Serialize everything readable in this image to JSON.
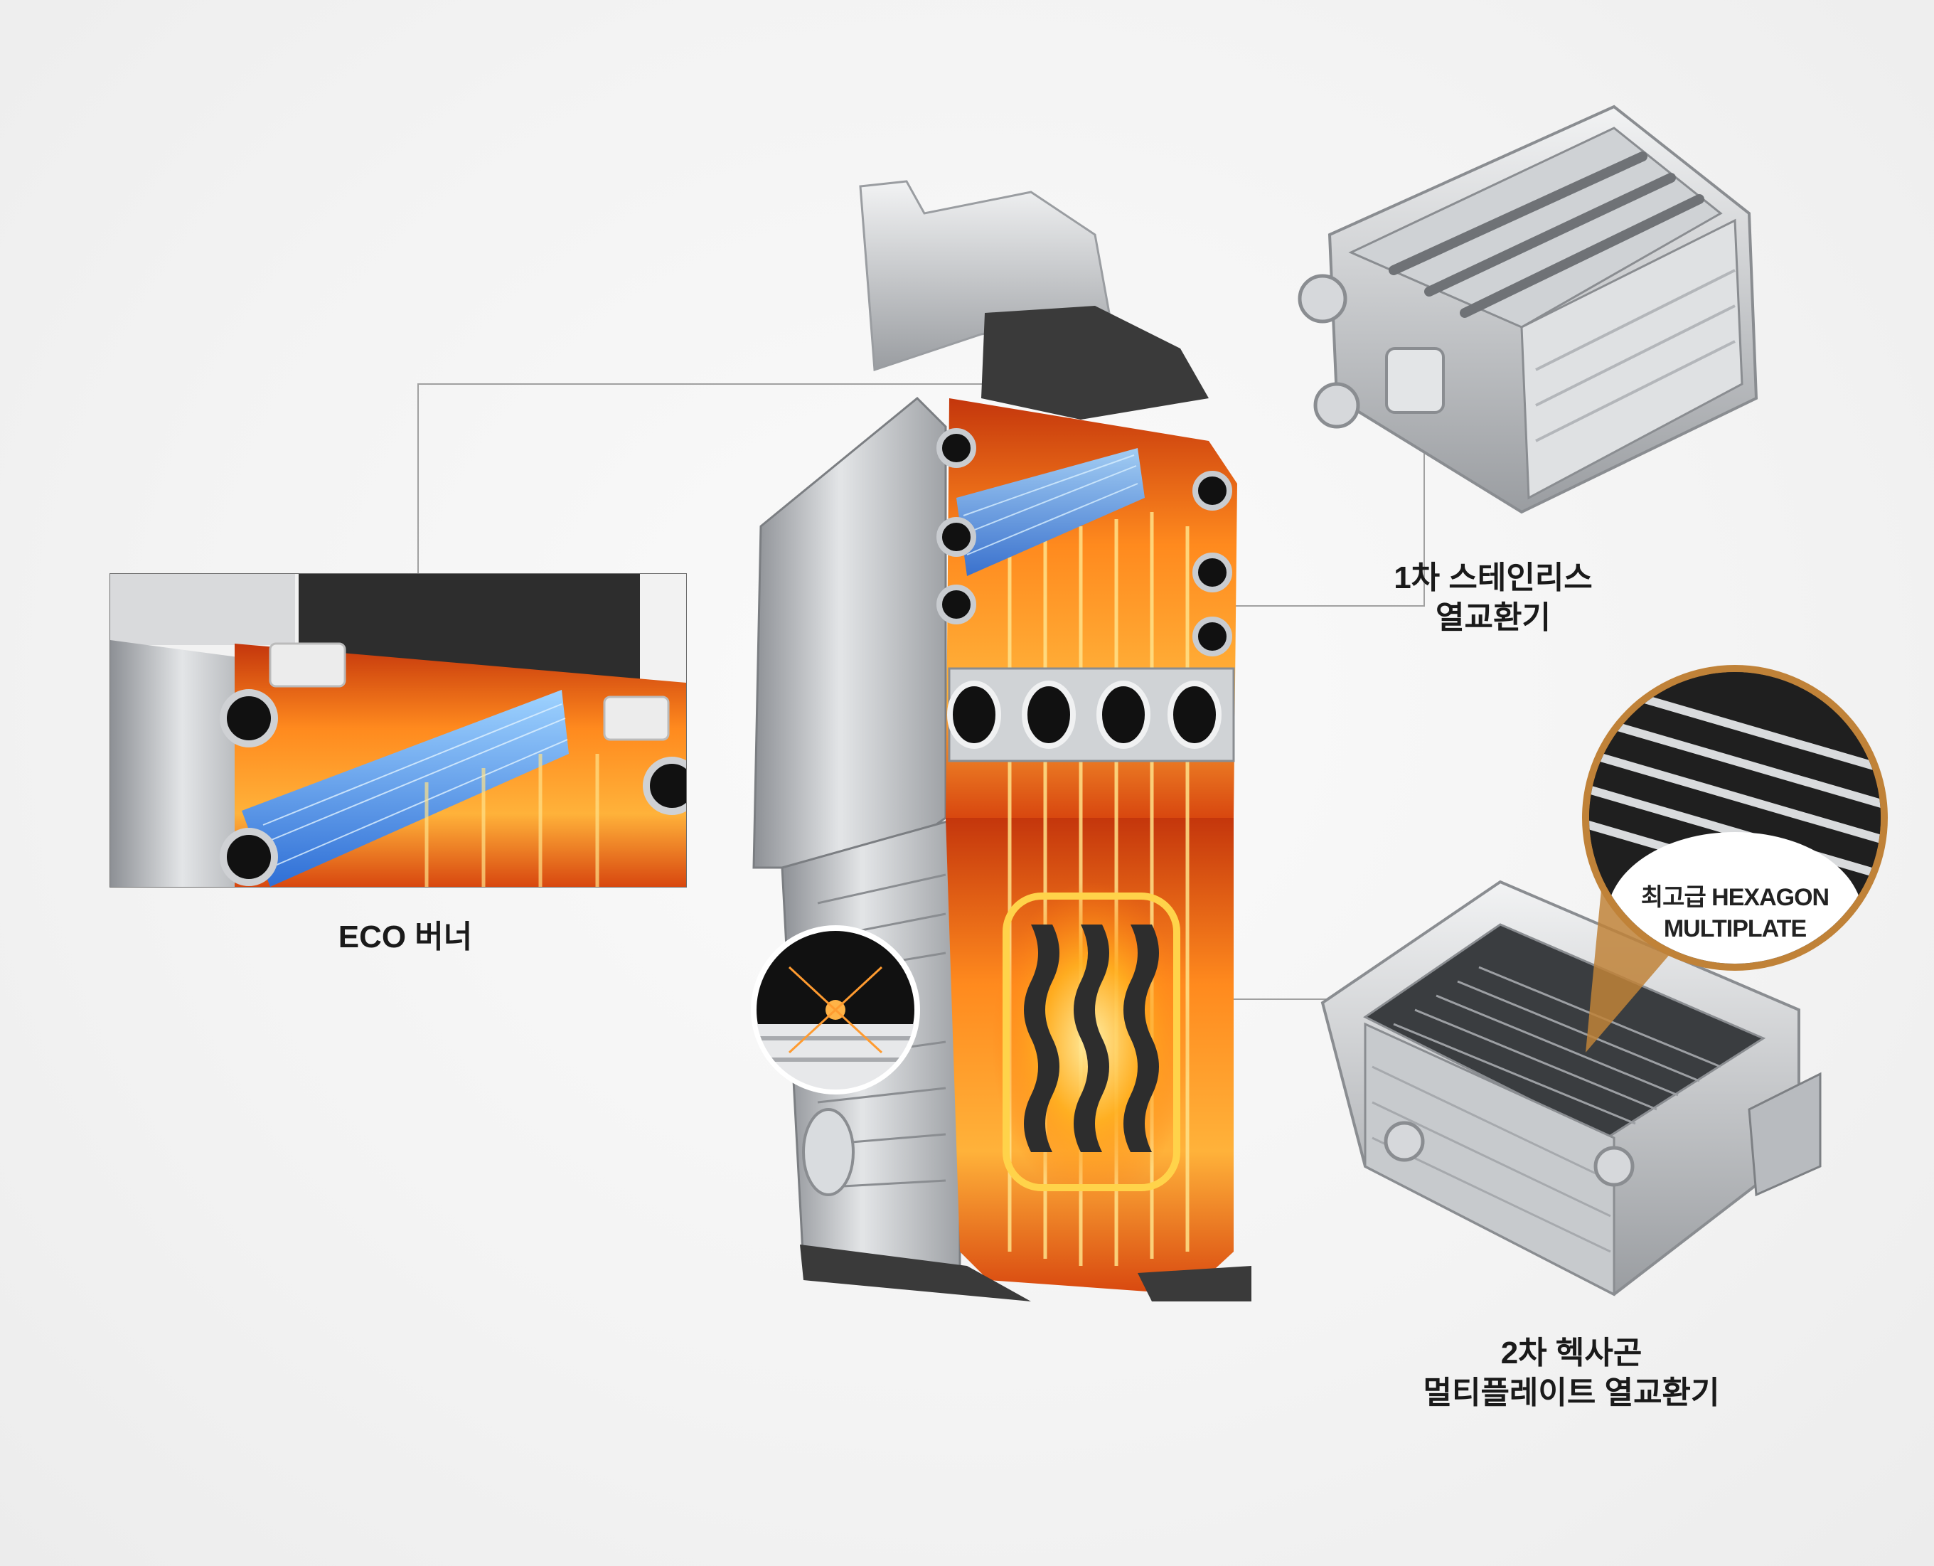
{
  "labels": {
    "eco_burner": "ECO 버너",
    "primary_hx_line1": "1차 스테인리스",
    "primary_hx_line2": "열교환기",
    "secondary_hx_line1": "2차 헥사곤",
    "secondary_hx_line2": "멀티플레이트 열교환기",
    "badge_line1": "최고급 HEXAGON",
    "badge_line2": "MULTIPLATE"
  },
  "colors": {
    "background": "#f4f4f4",
    "flame_blue": "#3a8ee6",
    "heat_orange": "#e8641a",
    "steel": "#b9bcc0",
    "badge_ring": "#c08238",
    "leader_line": "#9a9a9a"
  }
}
